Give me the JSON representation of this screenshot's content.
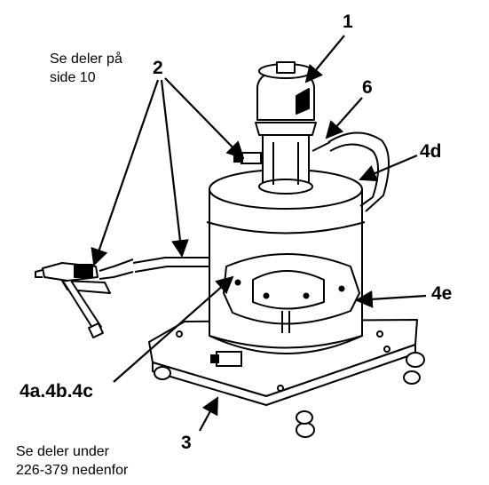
{
  "notes": {
    "top_left": [
      "Se deler på",
      "side 10"
    ],
    "bottom_left": [
      "Se deler under",
      "226-379 nedenfor"
    ]
  },
  "callouts": {
    "c1": "1",
    "c2": "2",
    "c3": "3",
    "c6": "6",
    "c4d": "4d",
    "c4e": "4e",
    "c4abc": "4a.4b.4c"
  },
  "illustration": {
    "subject": "grease pump on cart with hose and dispense valve",
    "line_color": "#000000",
    "fill_color": "#ffffff"
  }
}
